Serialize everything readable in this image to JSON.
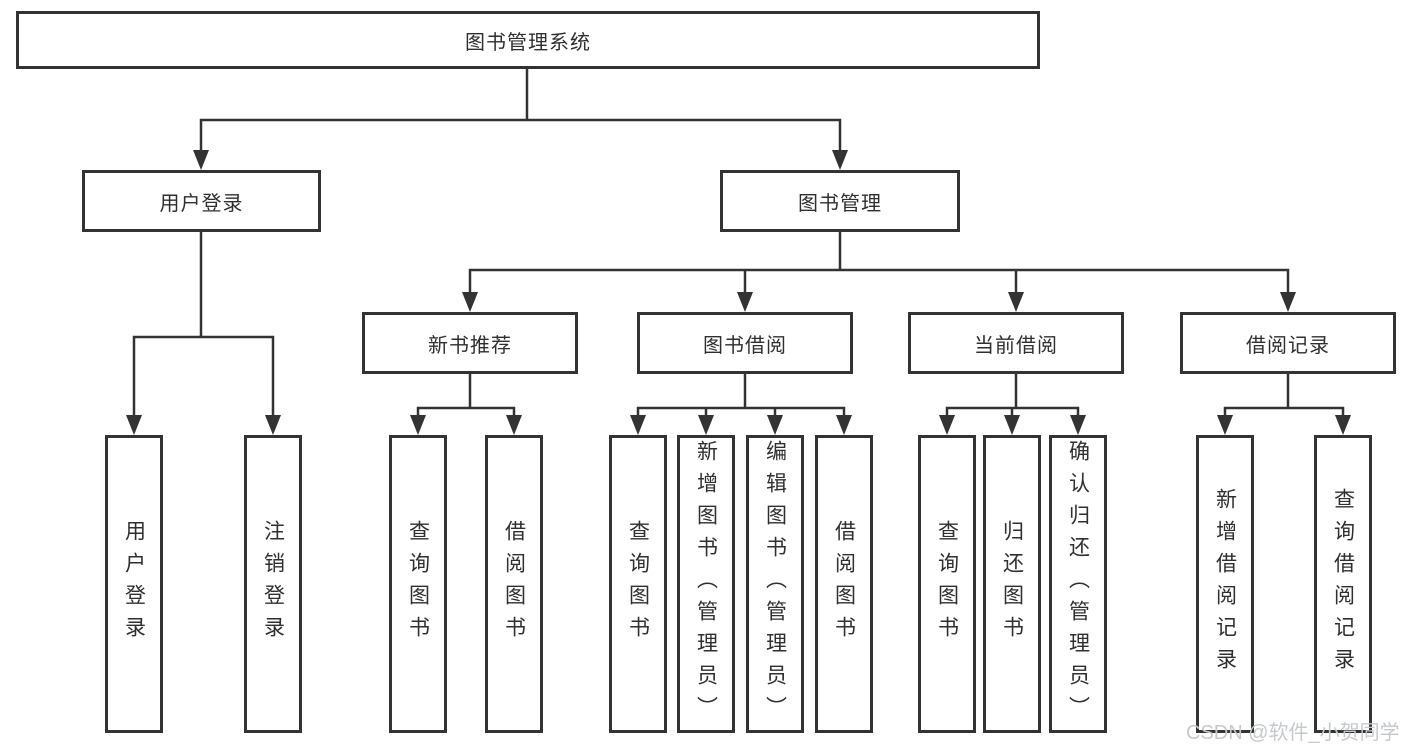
{
  "tree": {
    "root": {
      "label": "图书管理系统"
    },
    "level2": [
      {
        "label": "用户登录"
      },
      {
        "label": "图书管理"
      }
    ],
    "level3": [
      {
        "label": "新书推荐",
        "parent": "图书管理"
      },
      {
        "label": "图书借阅",
        "parent": "图书管理"
      },
      {
        "label": "当前借阅",
        "parent": "图书管理"
      },
      {
        "label": "借阅记录",
        "parent": "图书管理"
      }
    ],
    "leaves": [
      {
        "label": "用户登录",
        "parent": "用户登录"
      },
      {
        "label": "注销登录",
        "parent": "用户登录"
      },
      {
        "label": "查询图书",
        "parent": "新书推荐"
      },
      {
        "label": "借阅图书",
        "parent": "新书推荐"
      },
      {
        "label": "查询图书",
        "parent": "图书借阅"
      },
      {
        "label": "新增图书（管理员）",
        "parent": "图书借阅"
      },
      {
        "label": "编辑图书（管理员）",
        "parent": "图书借阅"
      },
      {
        "label": "借阅图书",
        "parent": "图书借阅"
      },
      {
        "label": "查询图书",
        "parent": "当前借阅"
      },
      {
        "label": "归还图书",
        "parent": "当前借阅"
      },
      {
        "label": "确认归还（管理员）",
        "parent": "当前借阅"
      },
      {
        "label": "新增借阅记录",
        "parent": "借阅记录"
      },
      {
        "label": "查询借阅记录",
        "parent": "借阅记录"
      }
    ]
  },
  "watermark": "CSDN @软件_小贺同学",
  "colors": {
    "border": "#333333",
    "line": "#333333",
    "text": "#2f2f2f",
    "watermark": "#c6c9cc",
    "background": "#ffffff"
  }
}
